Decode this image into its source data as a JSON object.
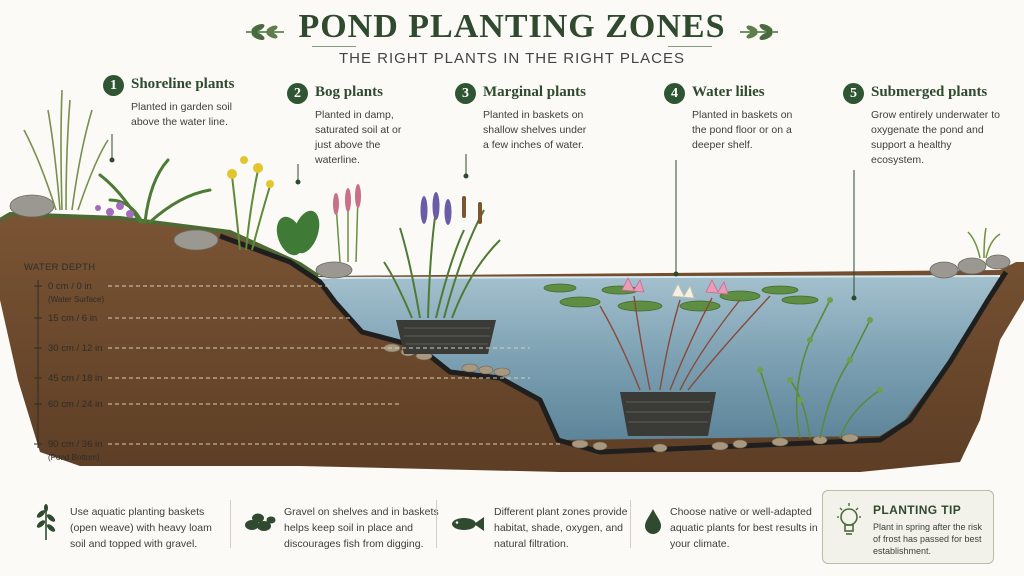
{
  "header": {
    "title": "POND PLANTING ZONES",
    "subtitle": "THE RIGHT PLANTS IN THE RIGHT PLACES"
  },
  "zones": [
    {
      "number": "1",
      "title": "Shoreline plants",
      "description": "Planted in garden soil above the water line."
    },
    {
      "number": "2",
      "title": "Bog plants",
      "description": "Planted in damp, saturated soil at or just above the waterline."
    },
    {
      "number": "3",
      "title": "Marginal plants",
      "description": "Planted in baskets on shallow shelves under a few inches of water."
    },
    {
      "number": "4",
      "title": "Water lilies",
      "description": "Planted in baskets on the pond floor or on a deeper shelf."
    },
    {
      "number": "5",
      "title": "Submerged plants",
      "description": "Grow entirely underwater to oxygenate the pond and support a healthy ecosystem."
    }
  ],
  "water_depth": {
    "title": "WATER DEPTH",
    "marks": [
      {
        "label": "0 cm / 0 in",
        "sublabel": "(Water Surface)"
      },
      {
        "label": "15 cm / 6 in",
        "sublabel": ""
      },
      {
        "label": "30 cm / 12 in",
        "sublabel": ""
      },
      {
        "label": "45 cm / 18 in",
        "sublabel": ""
      },
      {
        "label": "60 cm / 24 in",
        "sublabel": ""
      },
      {
        "label": "90 cm / 36 in",
        "sublabel": "(Pond Bottom)"
      }
    ]
  },
  "tips": [
    {
      "icon": "leaf-sprig-icon",
      "text": "Use aquatic planting baskets (open weave) with heavy loam soil and topped with gravel."
    },
    {
      "icon": "gravel-stones-icon",
      "text": "Gravel on shelves and in baskets helps keep soil in place and discourages fish from digging."
    },
    {
      "icon": "fish-icon",
      "text": "Different plant zones provide habitat, shade, oxygen, and natural filtration."
    },
    {
      "icon": "water-drop-icon",
      "text": "Choose native or well-adapted aquatic plants for best results in your climate."
    }
  ],
  "planting_tip": {
    "icon": "lightbulb-icon",
    "title": "PLANTING TIP",
    "text": "Plant in spring after the risk of frost has passed for best establishment."
  },
  "colors": {
    "accent_green": "#2f5532",
    "soil": "#6e4a2e",
    "water": "#8fb9cc",
    "liner": "#1f1f1f"
  }
}
